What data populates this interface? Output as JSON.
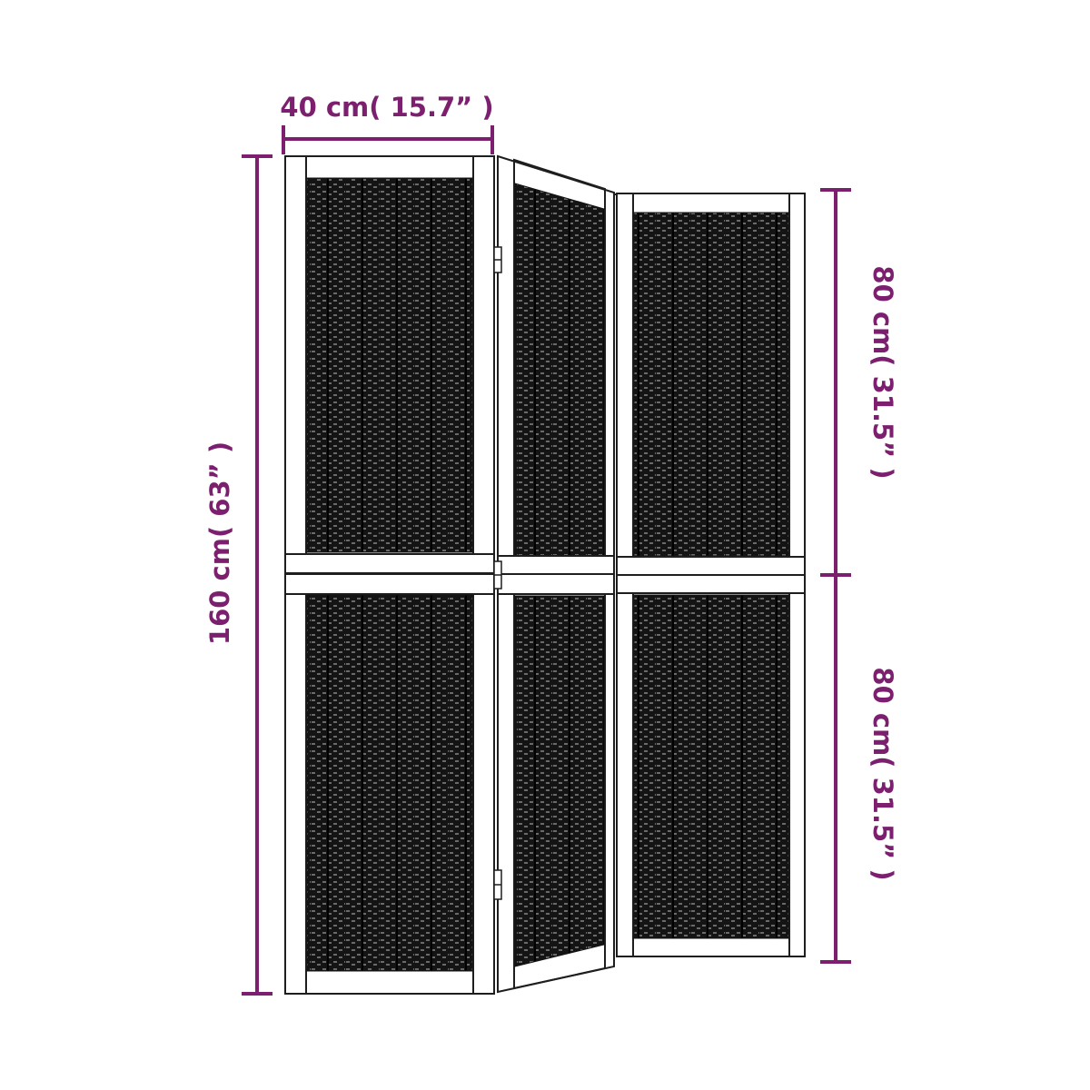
{
  "dimensions": {
    "width_label": "40 cm( 15.7”  )",
    "height_label": "160 cm( 63”  )",
    "upper_section_label": "80 cm( 31.5”  )",
    "lower_section_label": "80 cm( 31.5”  )"
  },
  "colors": {
    "dimension": "#7b1f6e",
    "frame_outline": "#1e1e1e",
    "weave": "#141414"
  },
  "product": {
    "panel_count": 3,
    "sections_per_panel": 2
  }
}
